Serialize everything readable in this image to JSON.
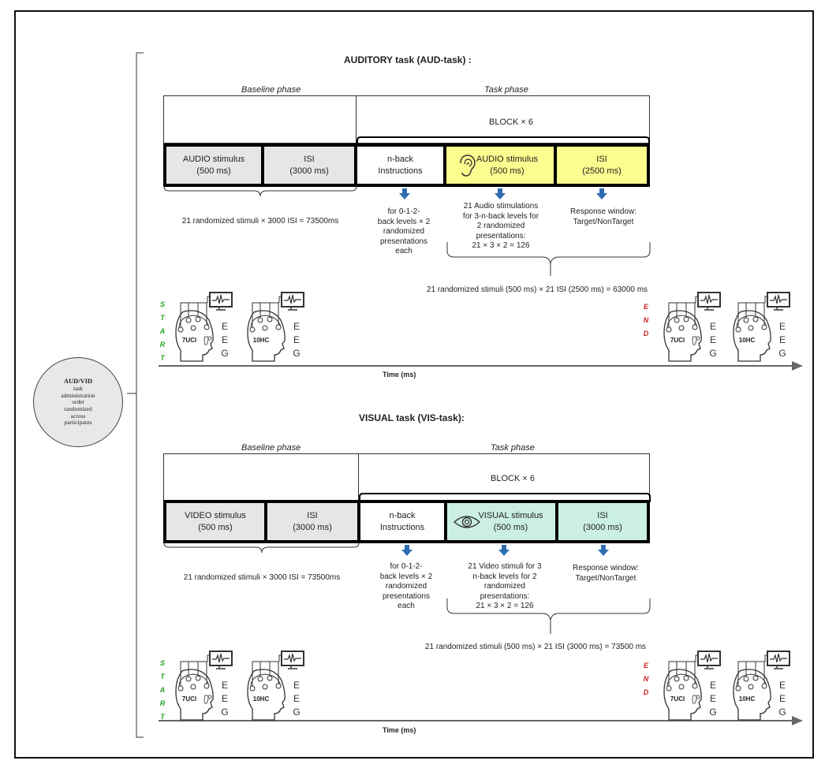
{
  "order_circle": {
    "title": "AUD/VID",
    "lines": [
      "task",
      "administration",
      "order",
      "randomized",
      "across",
      "participants"
    ]
  },
  "auditory": {
    "title": "AUDITORY task (AUD-task) :",
    "baseline_label": "Baseline phase",
    "task_label": "Task phase",
    "block_label": "BLOCK × 6",
    "stimulus_1": [
      "AUDIO stimulus",
      "(500 ms)"
    ],
    "isi_1": [
      "ISI",
      "(3000 ms)"
    ],
    "instructions": [
      "n-back",
      "Instructions"
    ],
    "stimulus_2": [
      "AUDIO stimulus",
      "(500 ms)"
    ],
    "isi_2": [
      "ISI",
      "(2500 ms)"
    ],
    "baseline_summary": "21 randomized stimuli × 3000 ISI = 73500ms",
    "instr_note": [
      "for 0-1-2-",
      "back levels × 2",
      "randomized",
      "presentations",
      "each"
    ],
    "stim_note": [
      "21 Audio stimulations",
      "for 3-n-back levels for",
      "2 randomized",
      "presentations:",
      "21 × 3 × 2 = 126"
    ],
    "resp_note": [
      "Response window:",
      "Target/NonTarget"
    ],
    "task_summary": "21 randomized stimuli (500 ms) × 21 ISI (2500 ms) = 63000 ms",
    "time_label": "Time (ms)"
  },
  "visual": {
    "title": "VISUAL task (VIS-task):",
    "baseline_label": "Baseline phase",
    "task_label": "Task phase",
    "block_label": "BLOCK × 6",
    "stimulus_1": [
      "VIDEO stimulus",
      "(500 ms)"
    ],
    "isi_1": [
      "ISI",
      "(3000 ms)"
    ],
    "instructions": [
      "n-back",
      "Instructions"
    ],
    "stimulus_2": [
      "VISUAL stimulus",
      "(500 ms)"
    ],
    "isi_2": [
      "ISI",
      "(3000 ms)"
    ],
    "baseline_summary": "21 randomized stimuli × 3000 ISI = 73500ms",
    "instr_note": [
      "for 0-1-2-",
      "back levels × 2",
      "randomized",
      "presentations",
      "each"
    ],
    "stim_note": [
      "21 Video stimuli for 3",
      "n-back levels for 2",
      "randomized",
      "presentations:",
      "21 × 3 × 2 = 126"
    ],
    "resp_note": [
      "Response window:",
      "Target/NonTarget"
    ],
    "task_summary": "21 randomized stimuli (500 ms) × 21 ISI (3000 ms) = 73500  ms",
    "time_label": "Time (ms)"
  },
  "timeline": {
    "start_letters": [
      "S",
      "T",
      "A",
      "R",
      "T"
    ],
    "end_letters": [
      "E",
      "N",
      "D"
    ],
    "eeg_letters": [
      "E",
      "E",
      "G"
    ],
    "group_ci": "7UCI",
    "group_hc": "10HC"
  },
  "colors": {
    "grey_box": "#e6e6e6",
    "yellow_box": "#fdfc8f",
    "green_box": "#cbefe4",
    "arrow_blue": "#2f6db3",
    "start_green": "#27a327",
    "end_red": "#d42020"
  },
  "icons": [
    "ear-icon",
    "eye-icon",
    "head-icon",
    "monitor-icon",
    "cochlear-implant-icon",
    "down-arrow-icon"
  ]
}
